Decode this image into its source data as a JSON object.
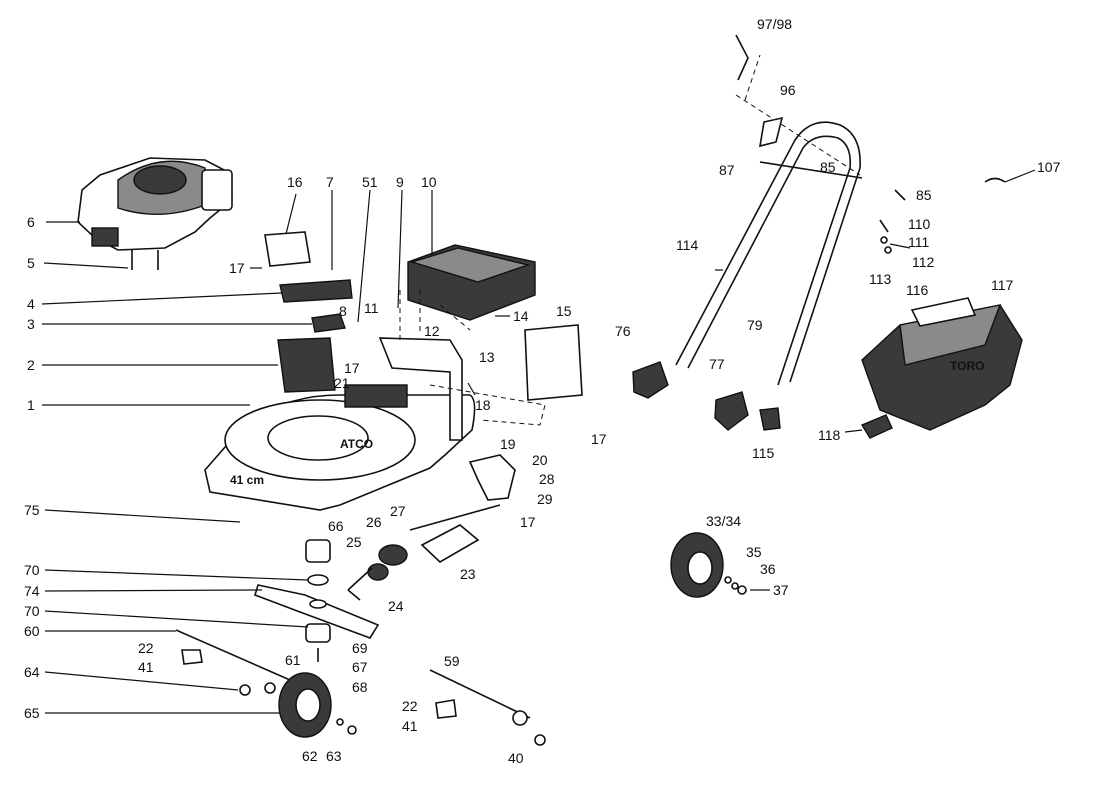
{
  "diagram": {
    "labels": {
      "p1": "1",
      "p2": "2",
      "p3": "3",
      "p4": "4",
      "p5": "5",
      "p6": "6",
      "p7": "7",
      "p8": "8",
      "p9": "9",
      "p10": "10",
      "p11": "11",
      "p12": "12",
      "p13": "13",
      "p14": "14",
      "p15": "15",
      "p16": "16",
      "p17a": "17",
      "p17b": "17",
      "p17c": "17",
      "p17d": "17",
      "p18": "18",
      "p19": "19",
      "p20": "20",
      "p21": "21",
      "p22a": "22",
      "p22b": "22",
      "p23": "23",
      "p24": "24",
      "p25": "25",
      "p26": "26",
      "p27": "27",
      "p28": "28",
      "p29": "29",
      "p33": "33/34",
      "p35": "35",
      "p36": "36",
      "p37": "37",
      "p40": "40",
      "p41a": "41",
      "p41b": "41",
      "p51": "51",
      "p59": "59",
      "p60": "60",
      "p61": "61",
      "p62": "62",
      "p63": "63",
      "p64": "64",
      "p65": "65",
      "p66": "66",
      "p67": "67",
      "p68": "68",
      "p69": "69",
      "p70a": "70",
      "p70b": "70",
      "p74": "74",
      "p75": "75",
      "p76": "76",
      "p77": "77",
      "p79": "79",
      "p85a": "85",
      "p85b": "85",
      "p87": "87",
      "p96": "96",
      "p97": "97/98",
      "p107": "107",
      "p110": "110",
      "p111": "111",
      "p112": "112",
      "p113": "113",
      "p114": "114",
      "p115": "115",
      "p116": "116",
      "p117": "117",
      "p118": "118"
    },
    "deck_marking": "41 cm",
    "deck_brand": "ATCO",
    "bag_brand": "TORO"
  }
}
